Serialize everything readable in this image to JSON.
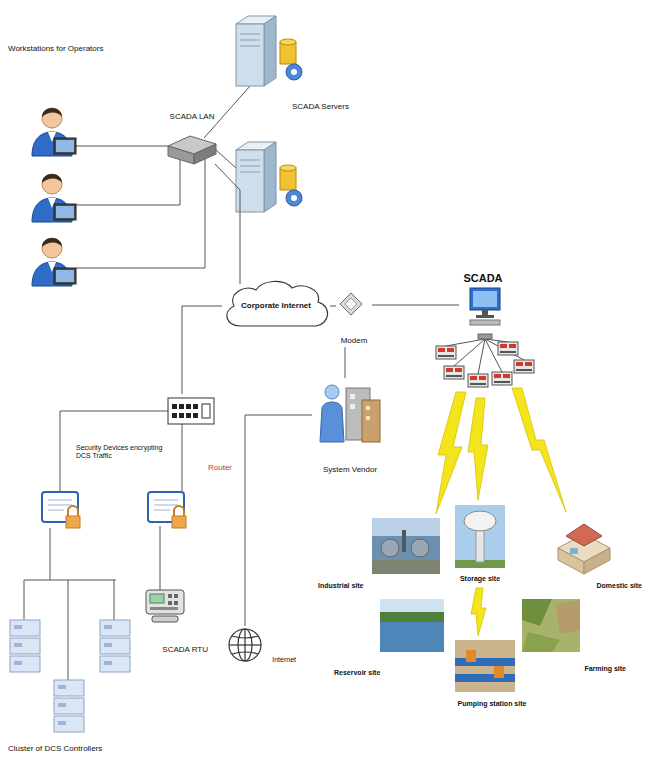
{
  "diagram": {
    "nodes": [
      {
        "text": [
          "SCADA LAN"
        ]
      },
      {
        "text": [
          "Corporate Internet"
        ]
      },
      {
        "text": [
          "Modem"
        ]
      },
      {
        "text": [
          "SCADA"
        ]
      },
      {
        "text": [
          "System Vendor"
        ]
      },
      {
        "text": [
          "Router"
        ]
      },
      {
        "text": [
          "Internet"
        ]
      },
      {
        "text": [
          "SCADA RTU"
        ]
      },
      {
        "text": [
          "Industrial site"
        ]
      },
      {
        "text": [
          "Storage site"
        ]
      },
      {
        "text": [
          "Domestic site"
        ]
      },
      {
        "text": [
          "Reservoir site"
        ]
      },
      {
        "text": [
          "Pumping station site"
        ]
      },
      {
        "text": [
          "Farming site"
        ]
      }
    ],
    "edges": [
      {
        "from": 0,
        "to": 1,
        "arrow": "none"
      },
      {
        "from": 1,
        "to": 2,
        "arrow": "none"
      },
      {
        "from": 2,
        "to": 3,
        "arrow": "none"
      },
      {
        "from": 2,
        "to": 4,
        "arrow": "none"
      },
      {
        "from": 4,
        "to": 6,
        "arrow": "none"
      },
      {
        "from": 1,
        "to": 5,
        "arrow": "none"
      }
    ],
    "labels": [
      "Workstations for Operators",
      "SCADA Servers",
      "Security Devices encrypting DCS Traffic",
      "Cluster of DCS Controllers"
    ]
  }
}
